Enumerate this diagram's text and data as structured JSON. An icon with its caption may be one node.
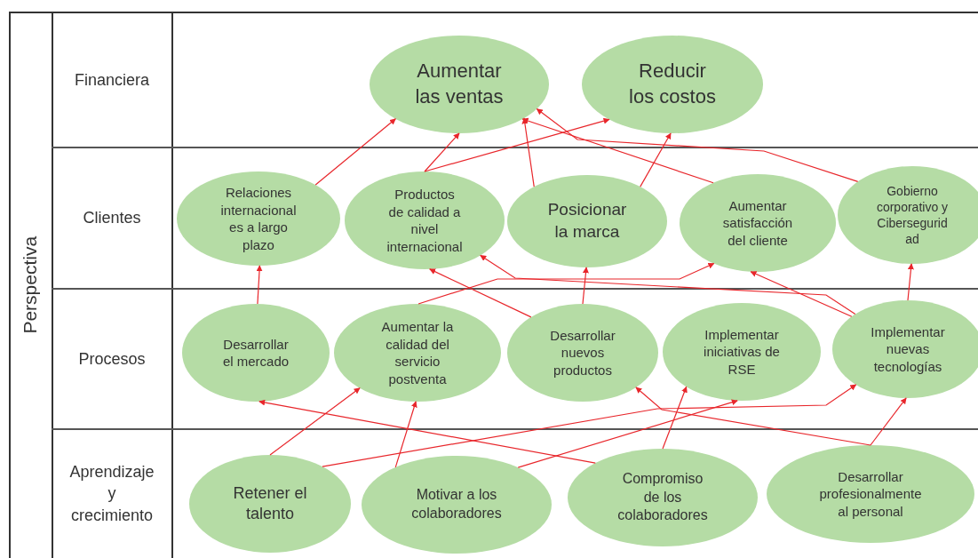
{
  "diagram": {
    "nodes": [
      {
        "text": [
          "Aumentar las ventas"
        ]
      },
      {
        "text": [
          "Reducir los costos"
        ]
      },
      {
        "text": [
          "Relaciones internacional es a largo plazo"
        ]
      },
      {
        "text": [
          "Productos de calidad a nivel internacional"
        ]
      },
      {
        "text": [
          "Posicionar la marca"
        ]
      },
      {
        "text": [
          "Aumentar satisfacción del cliente"
        ]
      },
      {
        "text": [
          "Gobierno corporativo y Cibersegurid ad"
        ]
      },
      {
        "text": [
          "Desarrollar el mercado"
        ]
      },
      {
        "text": [
          "Aumentar la calidad del servicio postventa"
        ]
      },
      {
        "text": [
          "Desarrollar nuevos productos"
        ]
      },
      {
        "text": [
          "Implementar iniciativas de RSE"
        ]
      },
      {
        "text": [
          "Implementar nuevas tecnologías"
        ]
      },
      {
        "text": [
          "Retener el talento"
        ]
      },
      {
        "text": [
          "Motivar a los colaboradores"
        ]
      },
      {
        "text": [
          "Compromiso de los colaboradores"
        ]
      },
      {
        "text": [
          "Desarrollar profesionalmente al personal"
        ]
      }
    ],
    "edges": [
      {
        "from": 2,
        "to": 0,
        "arrow": "to"
      },
      {
        "from": 3,
        "to": 0,
        "arrow": "to"
      },
      {
        "from": 3,
        "to": 1,
        "arrow": "to"
      },
      {
        "from": 4,
        "to": 0,
        "arrow": "to"
      },
      {
        "from": 5,
        "to": 0,
        "arrow": "to"
      },
      {
        "from": 4,
        "to": 1,
        "arrow": "to"
      },
      {
        "from": 6,
        "to": 0,
        "arrow": "to"
      },
      {
        "from": 7,
        "to": 2,
        "arrow": "to"
      },
      {
        "from": 8,
        "to": 5,
        "arrow": "to"
      },
      {
        "from": 9,
        "to": 3,
        "arrow": "to"
      },
      {
        "from": 9,
        "to": 4,
        "arrow": "to"
      },
      {
        "from": 11,
        "to": 3,
        "arrow": "to"
      },
      {
        "from": 11,
        "to": 5,
        "arrow": "to"
      },
      {
        "from": 11,
        "to": 6,
        "arrow": "to"
      },
      {
        "from": 12,
        "to": 8,
        "arrow": "to"
      },
      {
        "from": 12,
        "to": 11,
        "arrow": "to"
      },
      {
        "from": 13,
        "to": 8,
        "arrow": "to"
      },
      {
        "from": 13,
        "to": 10,
        "arrow": "to"
      },
      {
        "from": 14,
        "to": 7,
        "arrow": "to"
      },
      {
        "from": 14,
        "to": 10,
        "arrow": "to"
      },
      {
        "from": 15,
        "to": 9,
        "arrow": "to"
      },
      {
        "from": 15,
        "to": 11,
        "arrow": "to"
      }
    ],
    "labels": [
      "Perspectiva",
      "Financiera",
      "Clientes",
      "Procesos",
      "Aprendizaje y crecimiento"
    ]
  }
}
